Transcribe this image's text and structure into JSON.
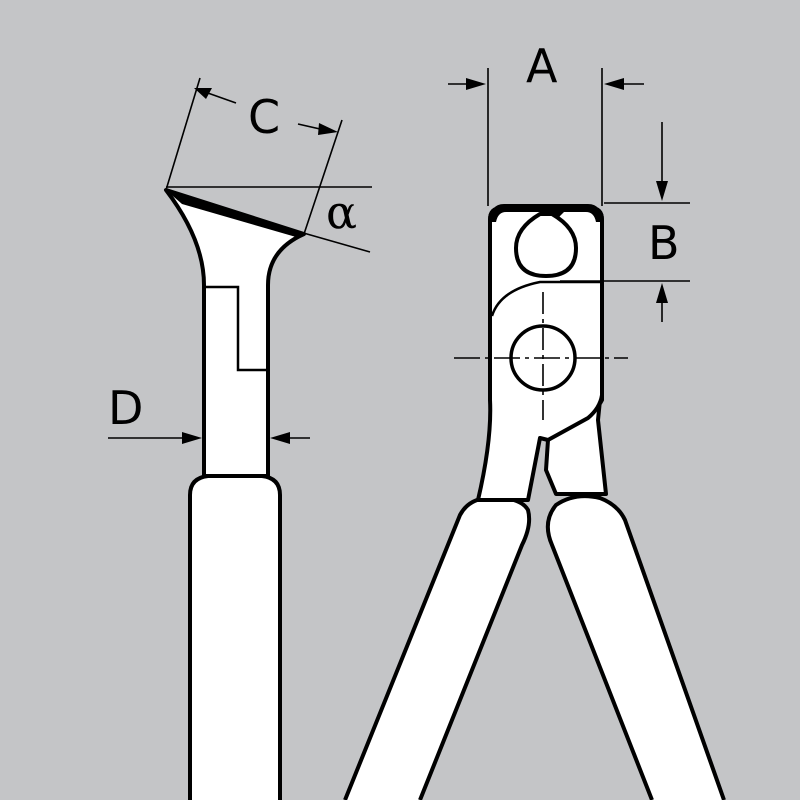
{
  "labels": {
    "a": "A",
    "b": "B",
    "c": "C",
    "d": "D",
    "alpha": "α"
  },
  "colors": {
    "background": "#c4c5c7",
    "tool_fill": "#ffffff",
    "line": "#000000"
  }
}
